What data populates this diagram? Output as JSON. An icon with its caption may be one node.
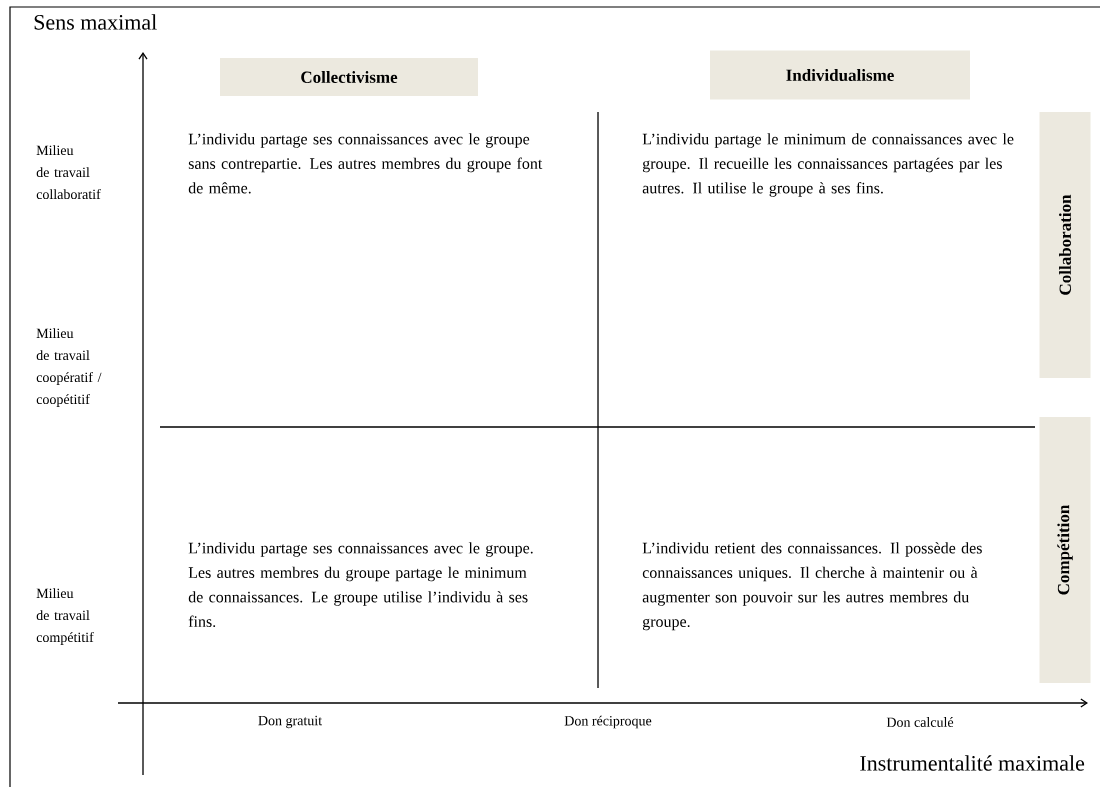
{
  "diagram": {
    "nodes": [
      {
        "text": [
          "Collectivisme"
        ]
      },
      {
        "text": [
          "Individualisme"
        ]
      },
      {
        "text": [
          "Collaboration"
        ]
      },
      {
        "text": [
          "Compétition"
        ]
      }
    ],
    "labels": [
      "Sens maximal",
      "Milieu de travail collaboratif",
      "L’individu partage ses connaissances avec le groupe sans contrepartie. Les autres membres du groupe font de même.",
      "L’individu partage le minimum de connaissances avec le groupe. Il recueille les  connaissances partagées par les autres. Il utilise le groupe à ses fins.",
      "Milieu de travail coopératif / coopétitif",
      "Milieu de travail compétitif",
      "L’individu partage ses connaissances avec le groupe. Les autres membres du groupe partage le minimum de connaissances. Le groupe utilise l’individu à ses fins.",
      "L’individu retient des connaissances. Il possède des connaissances uniques. Il cherche à maintenir ou à augmenter son pouvoir sur les autres membres du groupe.",
      "Don gratuit",
      "Don réciproque",
      "Don calculé",
      "Instrumentalité maximale"
    ]
  }
}
